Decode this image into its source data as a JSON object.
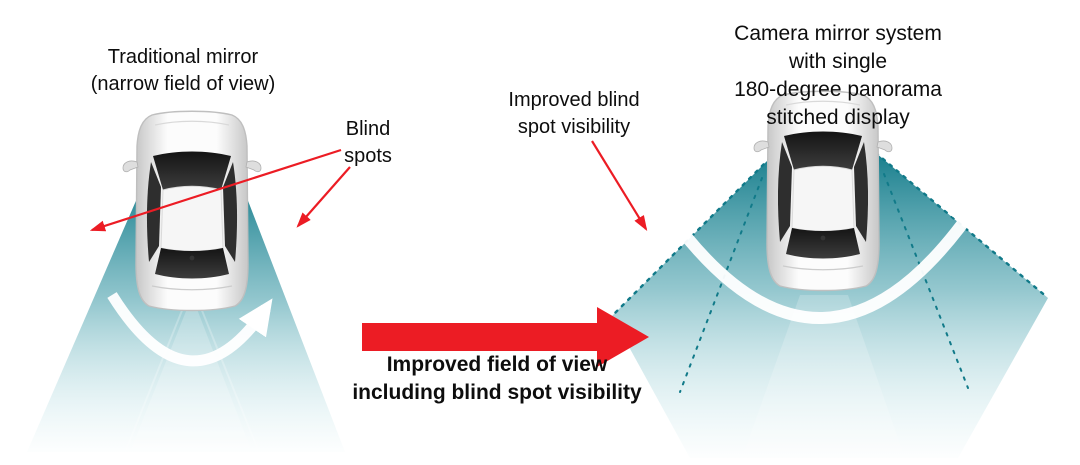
{
  "colors": {
    "teal_dark": "#117a89",
    "teal_mid": "#3d9aa7",
    "red": "#ec1c24"
  },
  "left_panel": {
    "title": "Traditional mirror\n(narrow field of view)",
    "blind_spots_label": "Blind\nspots"
  },
  "right_panel": {
    "title": "Camera mirror system with single\n180-degree panorama stitched display",
    "improved_label": "Improved blind\nspot visibility"
  },
  "center": {
    "caption": "Improved field of view\nincluding blind spot visibility"
  }
}
